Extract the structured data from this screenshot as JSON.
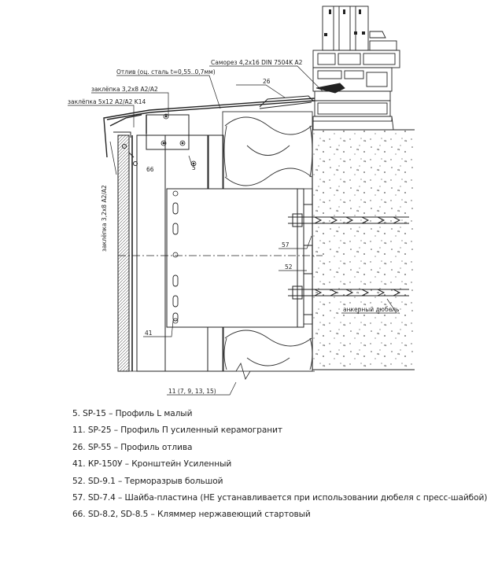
{
  "labels": {
    "flashing": "Отлив (оц. сталь t=0,55..0,7мм)",
    "screw": "Саморез 4,2х16 DIN 7504K A2",
    "rivet_top": "заклёпка 3,2х8 A2/A2",
    "rivet_mid": "заклёпка 5х12 A2/A2 K14",
    "rivet_side": "заклёпка 3,2х8 A2/A2",
    "anchor": "анкерный дюбель",
    "ref_26": "26",
    "ref_5": "5",
    "ref_66": "66",
    "ref_57": "57",
    "ref_52": "52",
    "ref_41": "41",
    "ref_11": "11 (7, 9, 13, 15)"
  },
  "legend": [
    "5. SP-15 – Профиль L малый",
    "11. SP-25 – Профиль П усиленный керамогранит",
    "26. SP-55 – Профиль отлива",
    "41. КР-150У – Кронштейн Усиленный",
    "52. SD-9.1 – Терморазрыв большой",
    "57. SD-7.4 – Шайба-пластина (НЕ устанавливается при использовании дюбеля с пресс-шайбой)",
    "66. SD-8.2, SD-8.5 – Кляммер нержавеющий стартовый"
  ]
}
